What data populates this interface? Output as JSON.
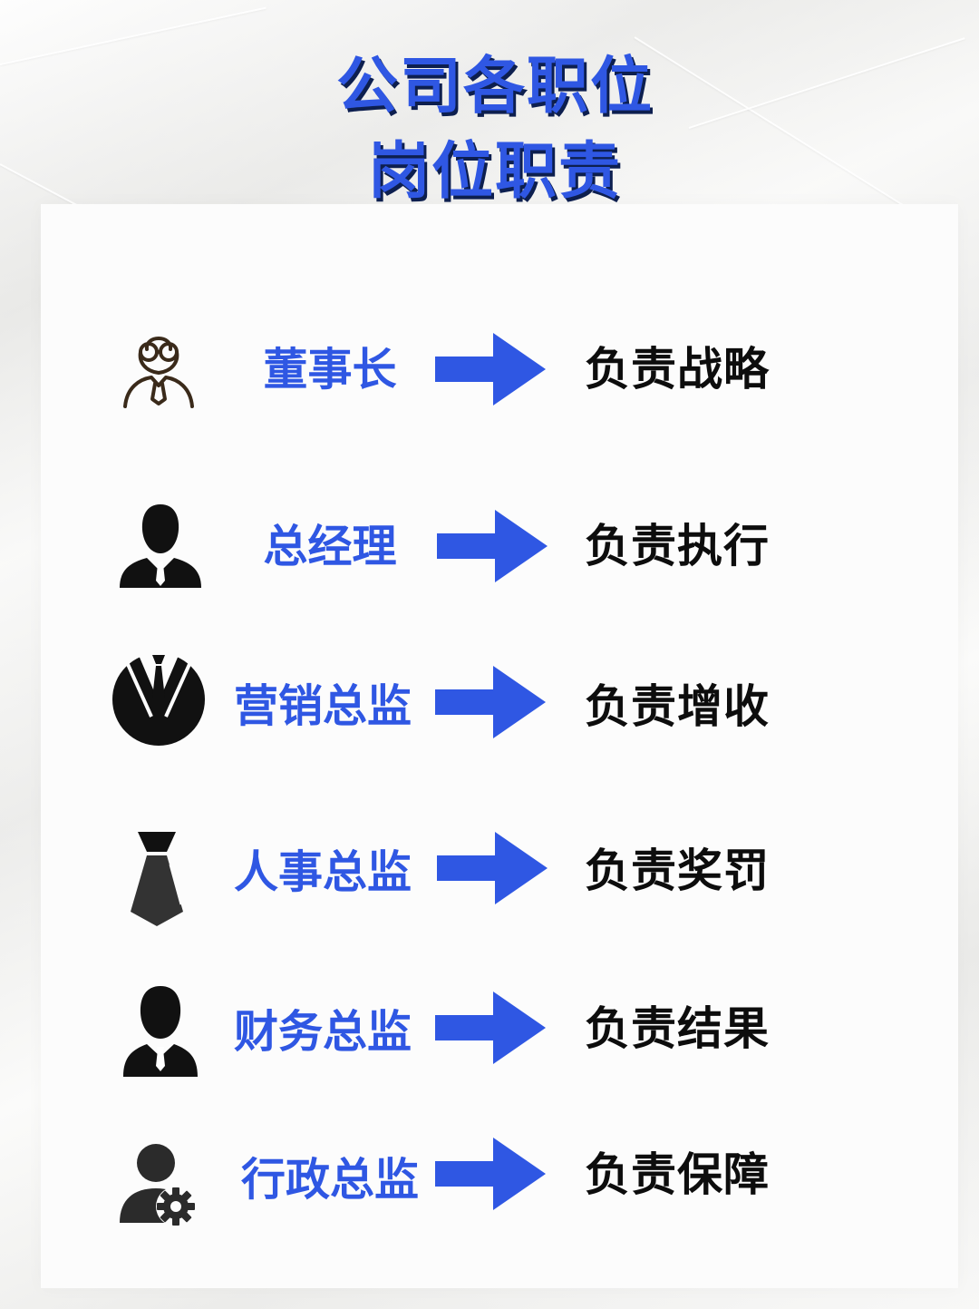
{
  "title": {
    "line1": "公司各职位",
    "line2": "岗位职责"
  },
  "colors": {
    "accent_blue": "#2f57e3",
    "title_shadow": "#0d1f4f",
    "duty_text": "#0d0d0d",
    "icon_dark": "#111111"
  },
  "rows": [
    {
      "icon": "chairman-icon",
      "role": "董事长",
      "duty": "负责战略"
    },
    {
      "icon": "general-manager-icon",
      "role": "总经理",
      "duty": "负责执行"
    },
    {
      "icon": "suit-tie-icon",
      "role": "营销总监",
      "duty": "负责增收"
    },
    {
      "icon": "necktie-icon",
      "role": "人事总监",
      "duty": "负责奖罚"
    },
    {
      "icon": "businessman-icon",
      "role": "财务总监",
      "duty": "负责结果"
    },
    {
      "icon": "user-gear-icon",
      "role": "行政总监",
      "duty": "负责保障"
    }
  ]
}
